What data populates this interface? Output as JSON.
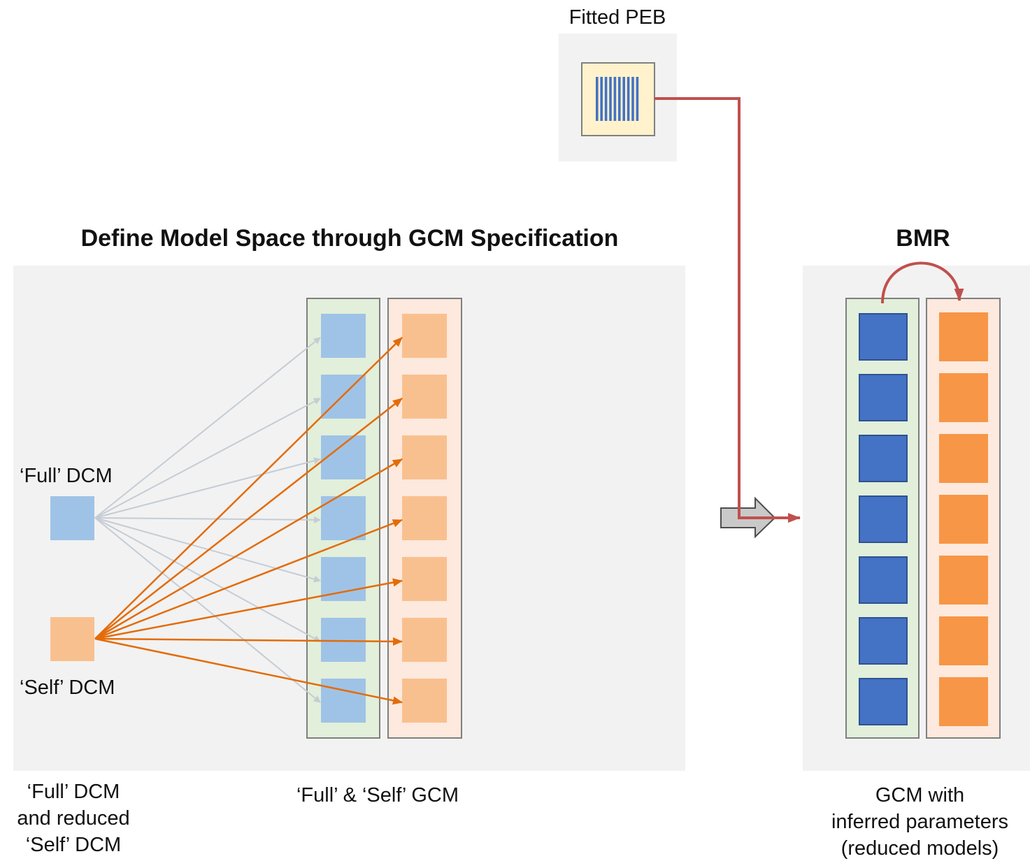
{
  "peb": {
    "label": "Fitted PEB"
  },
  "model_space": {
    "title": "Define Model Space through GCM Specification",
    "full_dcm_label": "‘Full’ DCM",
    "self_dcm_label": "‘Self’ DCM",
    "gcm_caption": "‘Full’ & ‘Self’ GCM",
    "dcm_caption": [
      "‘Full’ DCM",
      "and reduced",
      "‘Self’ DCM"
    ]
  },
  "bmr": {
    "title": "BMR",
    "caption": [
      "GCM with",
      "inferred parameters",
      "(reduced models)"
    ]
  },
  "colors": {
    "panel_bg": "#f2f2f2",
    "full_light": "#9fc3e6",
    "self_light": "#f9c08f",
    "full_dark": "#4472c4",
    "self_dark": "#f79646",
    "green_col": "#e2efda",
    "peach_col": "#fde9dd",
    "grey_arrow": "#c5ccd4",
    "orange_arrow": "#e36c09",
    "red_connector": "#c0504d",
    "peb_fill": "#fff2cc",
    "peb_bars": "#4472c4"
  },
  "counts": {
    "models_per_column": 7,
    "peb_bars": 10
  }
}
